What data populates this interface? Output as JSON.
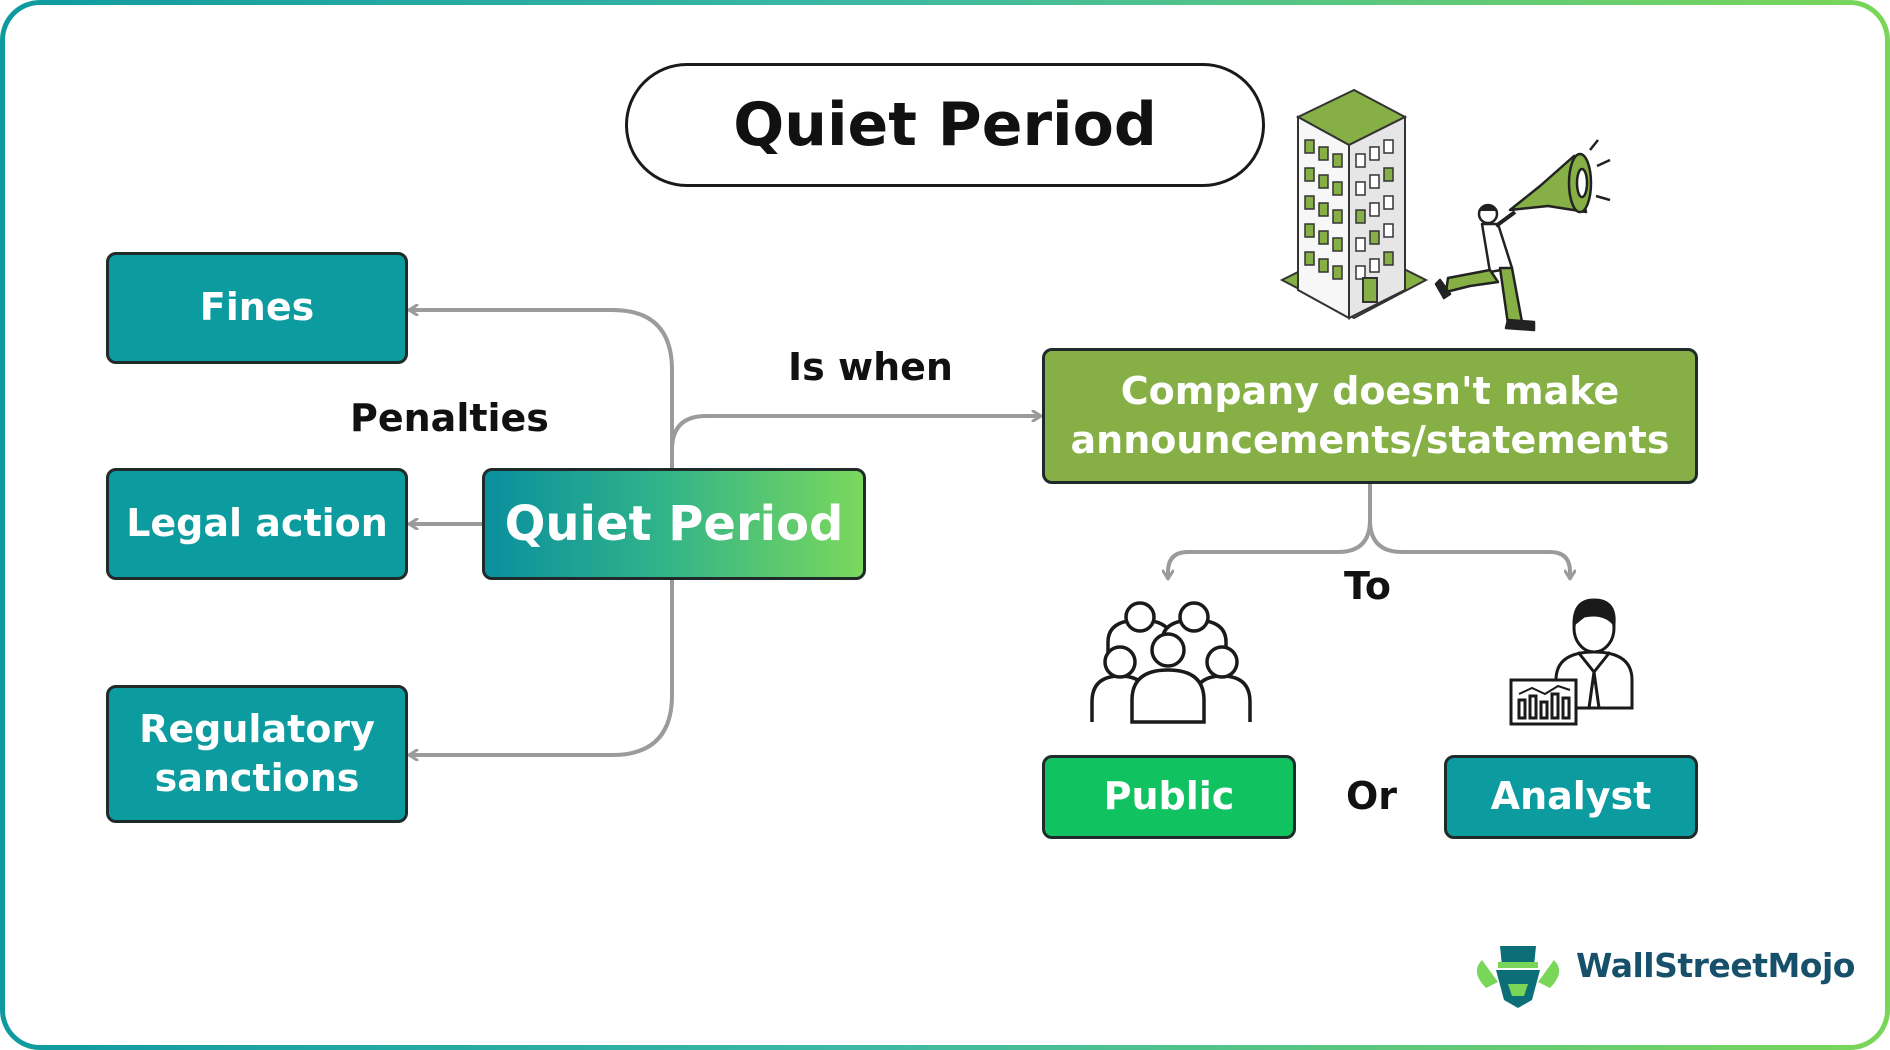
{
  "diagram": {
    "title": "Quiet Period",
    "center_node": "Quiet Period",
    "penalties_label": "Penalties",
    "penalties": [
      "Fines",
      "Legal action",
      "Regulatory sanctions"
    ],
    "is_when_label": "Is when",
    "definition": "Company doesn't make announcements/statements",
    "to_label": "To",
    "or_label": "Or",
    "audiences": [
      "Public",
      "Analyst"
    ]
  },
  "logo": {
    "text": "WallStreetMojo"
  },
  "colors": {
    "teal": "#0c9b9e",
    "olive": "#86b045",
    "green": "#11c261",
    "connector": "#9b9b9b",
    "logo_text": "#16506a"
  },
  "icons": [
    "office-building-icon",
    "person-megaphone-icon",
    "group-of-people-icon",
    "analyst-presentation-icon",
    "wallstreetmojo-logo-icon"
  ]
}
